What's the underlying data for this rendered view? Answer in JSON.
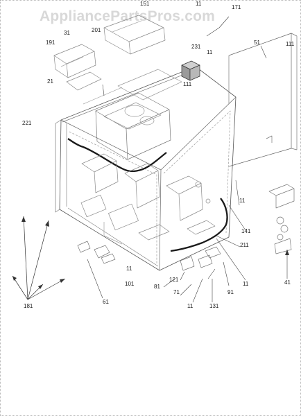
{
  "watermark": "AppliancePartsPros.com",
  "callouts": {
    "c151": "151",
    "c11_top": "11",
    "c171": "171",
    "c31": "31",
    "c201": "201",
    "c191": "191",
    "c231": "231",
    "c11_upper_right": "11",
    "c51": "51",
    "c111_right": "111",
    "c111_mid": "111",
    "c21": "21",
    "c221": "221",
    "c11_side": "11",
    "c141": "141",
    "c211": "211",
    "c11_bottom_left": "11",
    "c101": "101",
    "c81": "81",
    "c121": "121",
    "c71": "71",
    "c61": "61",
    "c11_bottom_right": "11",
    "c91": "91",
    "c41": "41",
    "c11_bottom_center": "11",
    "c131": "131",
    "c181": "181"
  }
}
